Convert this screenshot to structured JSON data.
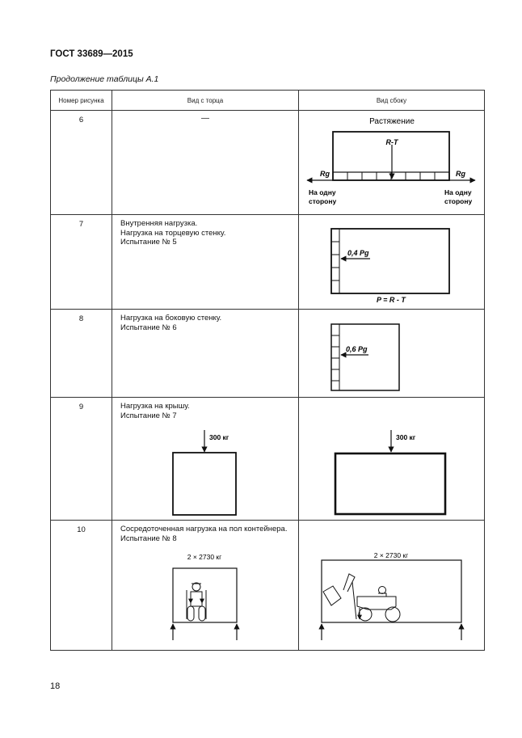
{
  "header": {
    "doc_code": "ГОСТ 33689—2015"
  },
  "caption": "Продолжение таблицы А.1",
  "table": {
    "columns": [
      "Номер рисунка",
      "Вид с торца",
      "Вид сбоку"
    ],
    "rows": [
      {
        "number": "6",
        "end_view": [
          "—"
        ],
        "side_view_title": "Растяжение",
        "labels": {
          "center": "R-T",
          "left_force": "Rg",
          "right_force": "Rg",
          "left_note": [
            "На одну",
            "сторону"
          ],
          "right_note": [
            "На одну",
            "сторону"
          ]
        }
      },
      {
        "number": "7",
        "end_view": [
          "Внутренняя нагрузка.",
          "Нагрузка на торцевую стенку.",
          "Испытание № 5"
        ],
        "labels": {
          "force": "0,4 Pg",
          "formula": "P = R - T"
        }
      },
      {
        "number": "8",
        "end_view": [
          "Нагрузка на боковую стенку.",
          "Испытание № 6"
        ],
        "labels": {
          "force": "0,6 Pg"
        }
      },
      {
        "number": "9",
        "end_view": [
          "Нагрузка на крышу.",
          "Испытание № 7"
        ],
        "labels": {
          "end_load": "300 кг",
          "side_load": "300 кг"
        }
      },
      {
        "number": "10",
        "end_view": [
          "Сосредоточенная нагрузка на пол контейнера.",
          "Испытание № 8"
        ],
        "labels": {
          "end_load": "2 × 2730 кг",
          "side_load": "2 × 2730 кг"
        }
      }
    ]
  },
  "page_number": "18"
}
